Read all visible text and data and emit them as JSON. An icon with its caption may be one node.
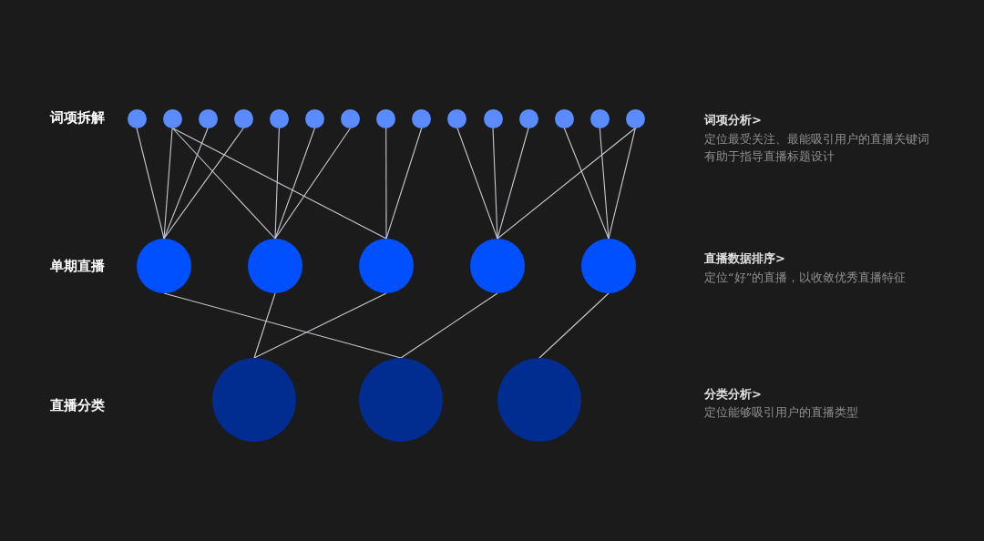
{
  "diagram": {
    "nodes": [
      {
        "text": [],
        "shape": "circle"
      },
      {
        "text": [],
        "shape": "circle"
      },
      {
        "text": [],
        "shape": "circle"
      },
      {
        "text": [],
        "shape": "circle"
      },
      {
        "text": [],
        "shape": "circle"
      },
      {
        "text": [],
        "shape": "circle"
      },
      {
        "text": [],
        "shape": "circle"
      },
      {
        "text": [],
        "shape": "circle"
      },
      {
        "text": [],
        "shape": "circle"
      },
      {
        "text": [],
        "shape": "circle"
      },
      {
        "text": [],
        "shape": "circle"
      },
      {
        "text": [],
        "shape": "circle"
      },
      {
        "text": [],
        "shape": "circle"
      },
      {
        "text": [],
        "shape": "circle"
      },
      {
        "text": [],
        "shape": "circle"
      },
      {
        "text": [],
        "shape": "circle"
      },
      {
        "text": [],
        "shape": "circle"
      },
      {
        "text": [],
        "shape": "circle"
      },
      {
        "text": [],
        "shape": "circle"
      },
      {
        "text": [],
        "shape": "circle"
      },
      {
        "text": [],
        "shape": "circle"
      },
      {
        "text": [],
        "shape": "circle"
      },
      {
        "text": [],
        "shape": "circle"
      }
    ],
    "edges": [
      {
        "from": 0,
        "to": 15,
        "arrow": "none"
      },
      {
        "from": 1,
        "to": 15,
        "arrow": "none"
      },
      {
        "from": 2,
        "to": 15,
        "arrow": "none"
      },
      {
        "from": 3,
        "to": 15,
        "arrow": "none"
      },
      {
        "from": 1,
        "to": 16,
        "arrow": "none"
      },
      {
        "from": 1,
        "to": 17,
        "arrow": "none"
      },
      {
        "from": 4,
        "to": 16,
        "arrow": "none"
      },
      {
        "from": 5,
        "to": 16,
        "arrow": "none"
      },
      {
        "from": 6,
        "to": 16,
        "arrow": "none"
      },
      {
        "from": 7,
        "to": 17,
        "arrow": "none"
      },
      {
        "from": 8,
        "to": 17,
        "arrow": "none"
      },
      {
        "from": 9,
        "to": 18,
        "arrow": "none"
      },
      {
        "from": 10,
        "to": 18,
        "arrow": "none"
      },
      {
        "from": 11,
        "to": 18,
        "arrow": "none"
      },
      {
        "from": 14,
        "to": 18,
        "arrow": "none"
      },
      {
        "from": 12,
        "to": 19,
        "arrow": "none"
      },
      {
        "from": 13,
        "to": 19,
        "arrow": "none"
      },
      {
        "from": 14,
        "to": 19,
        "arrow": "none"
      },
      {
        "from": 15,
        "to": 21,
        "arrow": "none"
      },
      {
        "from": 16,
        "to": 20,
        "arrow": "none"
      },
      {
        "from": 17,
        "to": 20,
        "arrow": "none"
      },
      {
        "from": 18,
        "to": 21,
        "arrow": "none"
      },
      {
        "from": 19,
        "to": 22,
        "arrow": "none"
      }
    ],
    "labels": [
      "词项拆解",
      "词项分析>",
      "定位最受关注、最能吸引用户的直播关键词",
      "有助于指导直播标题设计",
      "单期直播",
      "直播数据排序>",
      "定位“好”的直播，以收敛优秀直播特征",
      "直播分类",
      "分类分析>",
      "定位能够吸引用户的直播类型"
    ]
  }
}
